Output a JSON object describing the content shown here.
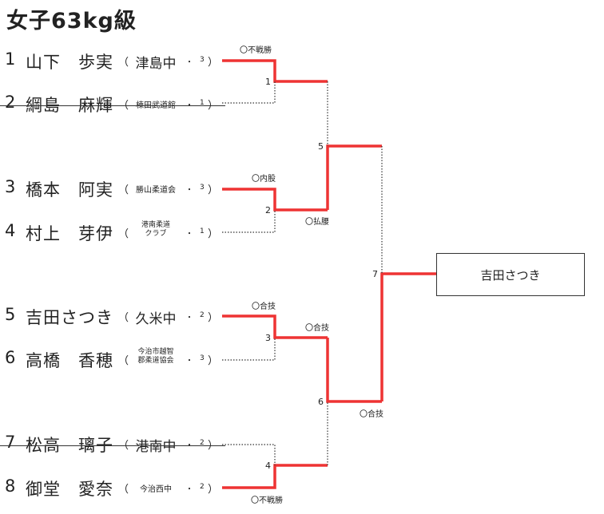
{
  "title": "女子63kg級",
  "players": [
    {
      "seed": "1",
      "name": "山下　歩実",
      "team": "津島中",
      "grade": "3",
      "team_style": "big",
      "struck": false
    },
    {
      "seed": "2",
      "name": "綱島　麻輝",
      "team": "棟田武道館",
      "grade": "1",
      "team_style": "small",
      "struck": true
    },
    {
      "seed": "3",
      "name": "橋本　阿実",
      "team": "勝山柔道会",
      "grade": "3",
      "team_style": "small",
      "struck": false
    },
    {
      "seed": "4",
      "name": "村上　芽伊",
      "team_lines": [
        "港南柔道",
        "クラブ"
      ],
      "grade": "1",
      "team_style": "two",
      "struck": false
    },
    {
      "seed": "5",
      "name": "吉田さつき",
      "team": "久米中",
      "grade": "2",
      "team_style": "big",
      "struck": false
    },
    {
      "seed": "6",
      "name": "高橋　香穂",
      "team_lines": [
        "今治市越智",
        "郡柔道協会"
      ],
      "grade": "3",
      "team_style": "two",
      "struck": false
    },
    {
      "seed": "7",
      "name": "松高　璃子",
      "team": "港南中",
      "grade": "2",
      "team_style": "big",
      "struck": true
    },
    {
      "seed": "8",
      "name": "御堂　愛奈",
      "team": "今治西中",
      "grade": "2",
      "team_style": "small",
      "struck": false
    }
  ],
  "matches": [
    {
      "num": "1",
      "result": "〇不戦勝"
    },
    {
      "num": "2",
      "result": "〇内股"
    },
    {
      "num": "3",
      "result": "〇合技"
    },
    {
      "num": "4",
      "result": "〇不戦勝"
    },
    {
      "num": "5",
      "result": "〇払腰"
    },
    {
      "num": "6",
      "result": "〇合技"
    },
    {
      "num": "7",
      "result": "〇合技"
    }
  ],
  "symbols": {
    "paren_open": "（",
    "paren_close": "）",
    "dot": "・"
  },
  "champion": "吉田さつき",
  "colors": {
    "winner_line": "#ee3333",
    "loser_line": "#333333",
    "text": "#222222"
  }
}
